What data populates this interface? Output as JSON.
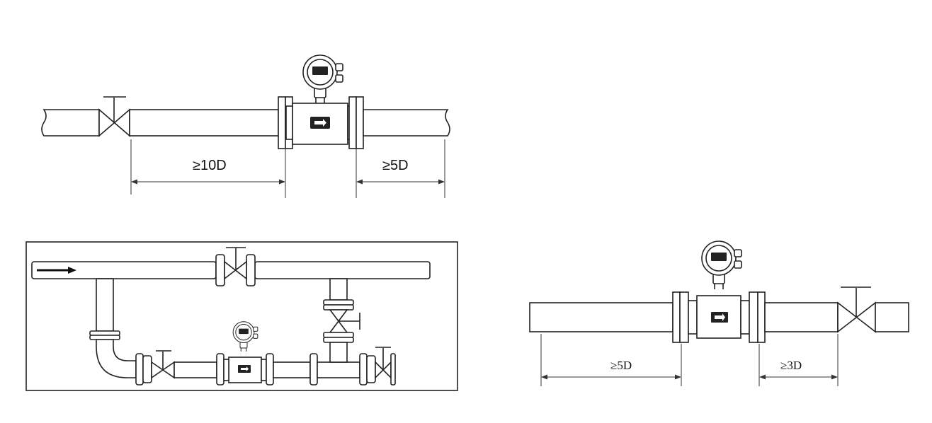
{
  "diagrams": {
    "top": {
      "upstream_label": "≥10D",
      "downstream_label": "≥5D"
    },
    "bypass": {},
    "right": {
      "upstream_label": "≥5D",
      "downstream_label": "≥3D"
    }
  },
  "colors": {
    "line": "#222222",
    "meter_display": "#111111",
    "background": "#ffffff"
  }
}
